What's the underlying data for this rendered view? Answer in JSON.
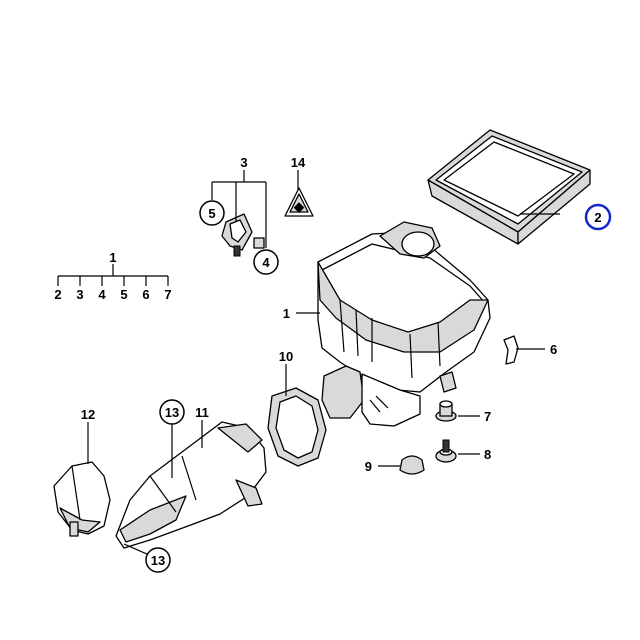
{
  "callouts": {
    "c1_top": "1",
    "c1_sub": [
      "2",
      "3",
      "4",
      "5",
      "6",
      "7"
    ],
    "c1_side": "1",
    "c2": "2",
    "c3": "3",
    "c4": "4",
    "c5": "5",
    "c6": "6",
    "c7": "7",
    "c8": "8",
    "c9": "9",
    "c10": "10",
    "c11": "11",
    "c12": "12",
    "c13_upper": "13",
    "c13_lower": "13",
    "c14": "14"
  },
  "highlight_color": "#1428c8"
}
